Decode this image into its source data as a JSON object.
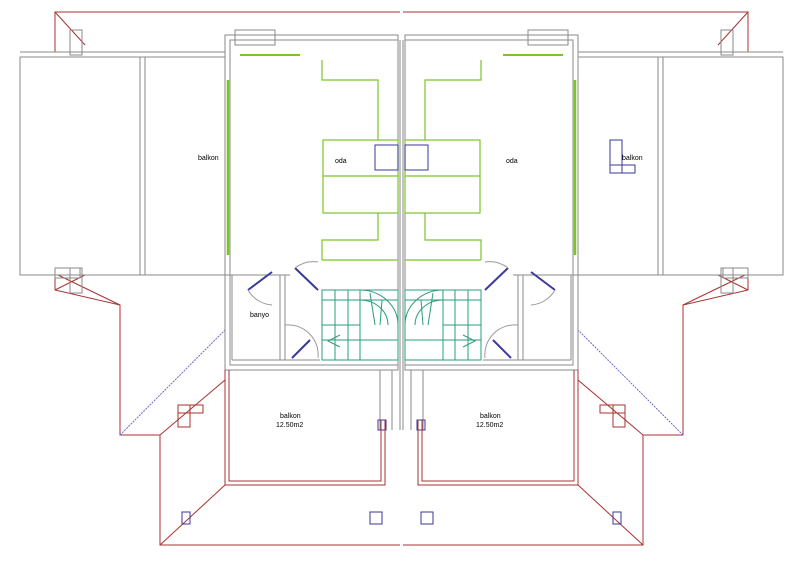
{
  "plan": {
    "labels": {
      "balkon_left": "balkon",
      "balkon_right": "balkon",
      "oda_left": "oda",
      "oda_right": "oda",
      "banyo": "banyo",
      "balkon_bottom_left": "balkon",
      "balkon_bottom_left_area": "12.50m2",
      "balkon_bottom_right": "balkon",
      "balkon_bottom_right_area": "12.50m2"
    },
    "colors": {
      "wall": "#8a8a8a",
      "roof": "#a83232",
      "room": "#7bc427",
      "stairs": "#2a9d7a",
      "door": "#3a3a9a"
    }
  }
}
